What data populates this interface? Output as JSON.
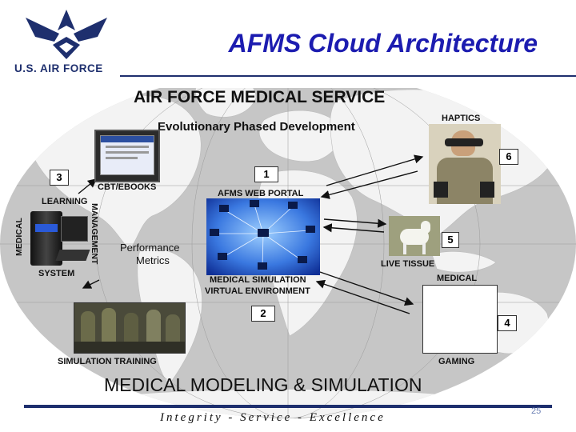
{
  "header": {
    "title": "AFMS Cloud Architecture",
    "logo_text": "U.S. AIR FORCE"
  },
  "diagram": {
    "top_title": "AIR FORCE MEDICAL SERVICE",
    "subtitle": "Evolutionary Phased Development",
    "portal_label": "AFMS WEB PORTAL",
    "nodes": [
      {
        "number": "1",
        "label": "AFMS WEB PORTAL"
      },
      {
        "number": "2",
        "label": "MEDICAL SIMULATION",
        "label2": "VIRTUAL ENVIRONMENT"
      },
      {
        "number": "3",
        "label": "CBT/EBOOKS",
        "left": "LEARNING",
        "vertical_left": "MEDICAL",
        "vertical_right": "MANAGEMENT",
        "bottom": "SYSTEM"
      },
      {
        "number": "4",
        "label": "GAMING",
        "top": "MEDICAL"
      },
      {
        "number": "5",
        "label": "LIVE TISSUE"
      },
      {
        "number": "6",
        "label": "HAPTICS"
      }
    ],
    "center_labels": [
      "Performance",
      "Metrics"
    ],
    "simulation_training": "SIMULATION TRAINING",
    "bottom_title": "MEDICAL MODELING & SIMULATION"
  },
  "footer": {
    "motto": "Integrity - Service - Excellence",
    "page_number": "25"
  },
  "colors": {
    "title_blue": "#1c1cb0",
    "navy": "#1e2f6e",
    "portal_blue": "#2a63d8",
    "ocean": "#c9c9c9",
    "land": "#f4f4f4"
  }
}
